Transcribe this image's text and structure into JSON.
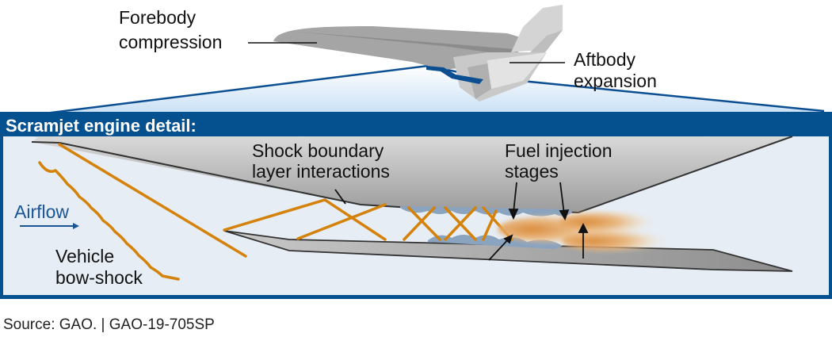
{
  "diagram": {
    "title": "Scramjet engine detail:",
    "labels": {
      "forebody": [
        "Forebody",
        "compression"
      ],
      "aftbody": [
        "Aftbody",
        "expansion"
      ],
      "shock_boundary": [
        "Shock boundary",
        "layer interactions"
      ],
      "fuel_injection": [
        "Fuel injection",
        "stages"
      ],
      "airflow": "Airflow",
      "bow_shock": [
        "Vehicle",
        "bow-shock"
      ]
    },
    "colors": {
      "panel_blue": "#05508f",
      "panel_bg": "#e6edf5",
      "shock_orange": "#d4820a",
      "metal_gray": "#a8a8a8",
      "boundary_layer": "#8aa3bf",
      "flame": "#e8a04a",
      "airflow_blue": "#1a5596"
    }
  },
  "footer": {
    "source": "Source: GAO.  |  GAO-19-705SP"
  }
}
